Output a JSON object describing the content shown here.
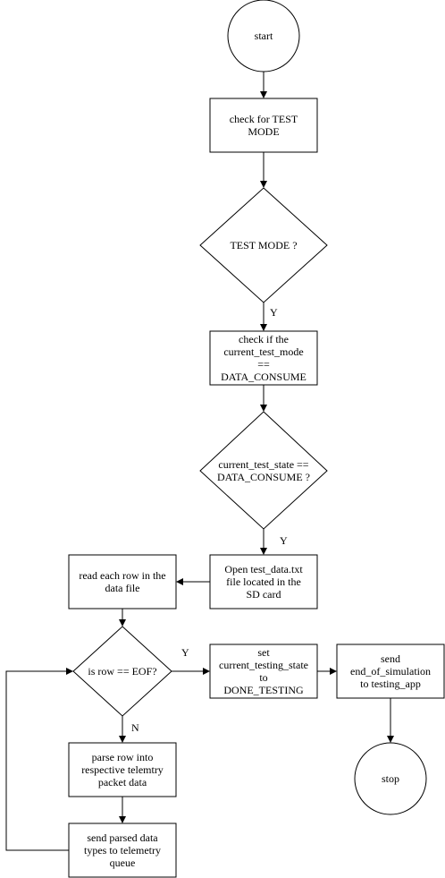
{
  "nodes": {
    "start": "start",
    "check_test_mode": "check for  TEST\nMODE",
    "test_mode_decision": "TEST MODE ?",
    "check_current_test_mode": "check if the\ncurrent_test_mode\n==\nDATA_CONSUME",
    "state_decision": "current_test_state ==\nDATA_CONSUME ?",
    "open_file": "Open test_data.txt\nfile located in the\nSD card",
    "read_row": "read each row in the\ndata file",
    "eof_decision": "is row == EOF?",
    "set_done": "set\ncurrent_testing_state\nto\nDONE_TESTING",
    "send_end": "send\nend_of_simulation\nto testing_app",
    "stop": "stop",
    "parse_row": "parse row into\nrespective telemtry\npacket data",
    "send_parsed": "send parsed data\ntypes to telemetry\nqueue"
  },
  "edge_labels": {
    "test_mode_yes": "Y",
    "state_yes": "Y",
    "eof_yes": "Y",
    "eof_no": "N"
  },
  "colors": {
    "stroke": "#000000",
    "fill": "#ffffff"
  }
}
